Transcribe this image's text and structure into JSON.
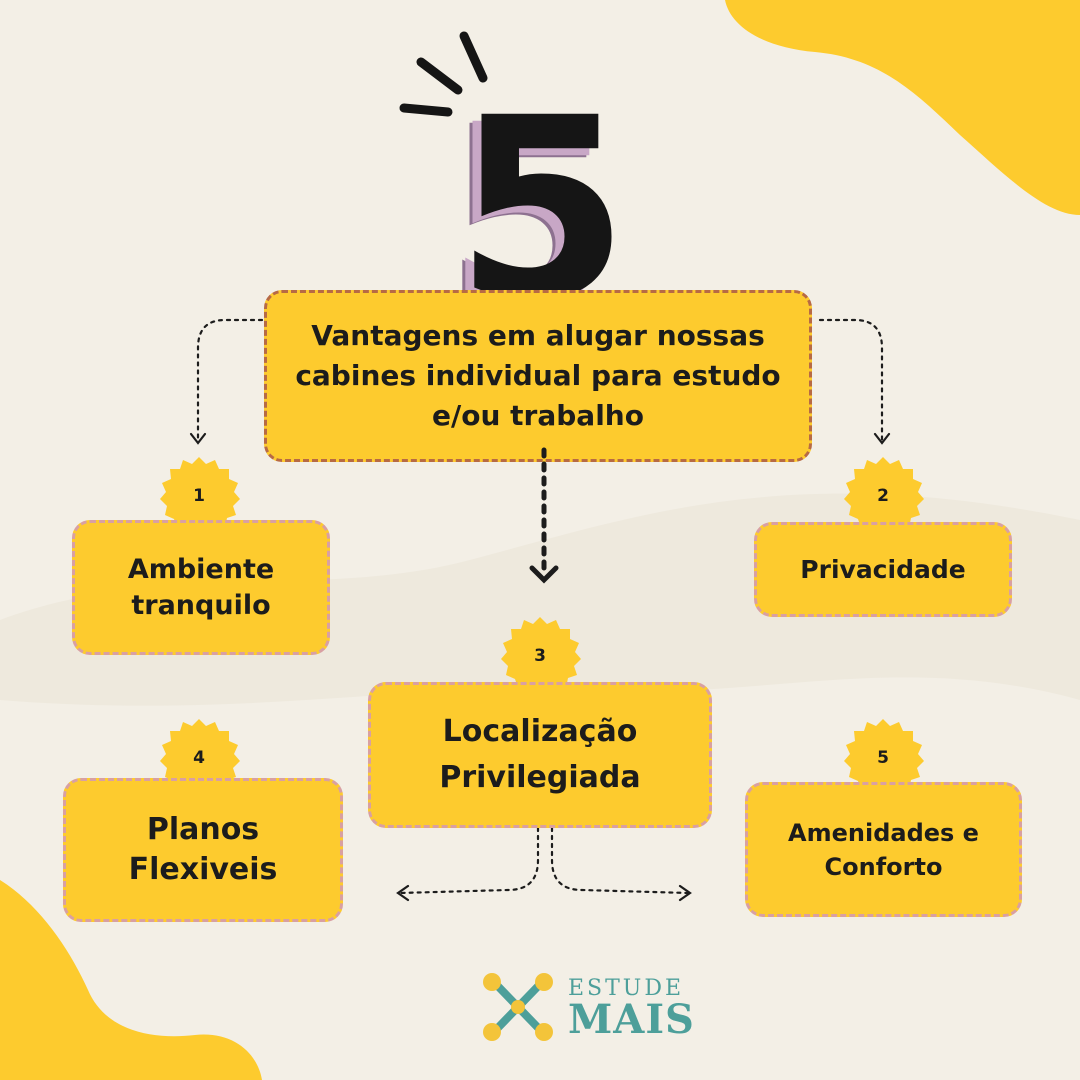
{
  "headline": {
    "number": "5",
    "title": "Vantagens em alugar nossas cabines individual para estudo e/ou trabalho"
  },
  "items": [
    {
      "number": "1",
      "label": "Ambiente tranquilo"
    },
    {
      "number": "2",
      "label": "Privacidade"
    },
    {
      "number": "3",
      "label": "Localização Privilegiada"
    },
    {
      "number": "4",
      "label": "Planos Flexiveis"
    },
    {
      "number": "5",
      "label": "Amenidades e Conforto"
    }
  ],
  "logo": {
    "line1": "ESTUDE",
    "line2": "MAIS"
  },
  "colors": {
    "accent": "#fdcb2e",
    "background": "#f3efe6",
    "text": "#1c1c1c",
    "logo": "#4d9f9a"
  }
}
